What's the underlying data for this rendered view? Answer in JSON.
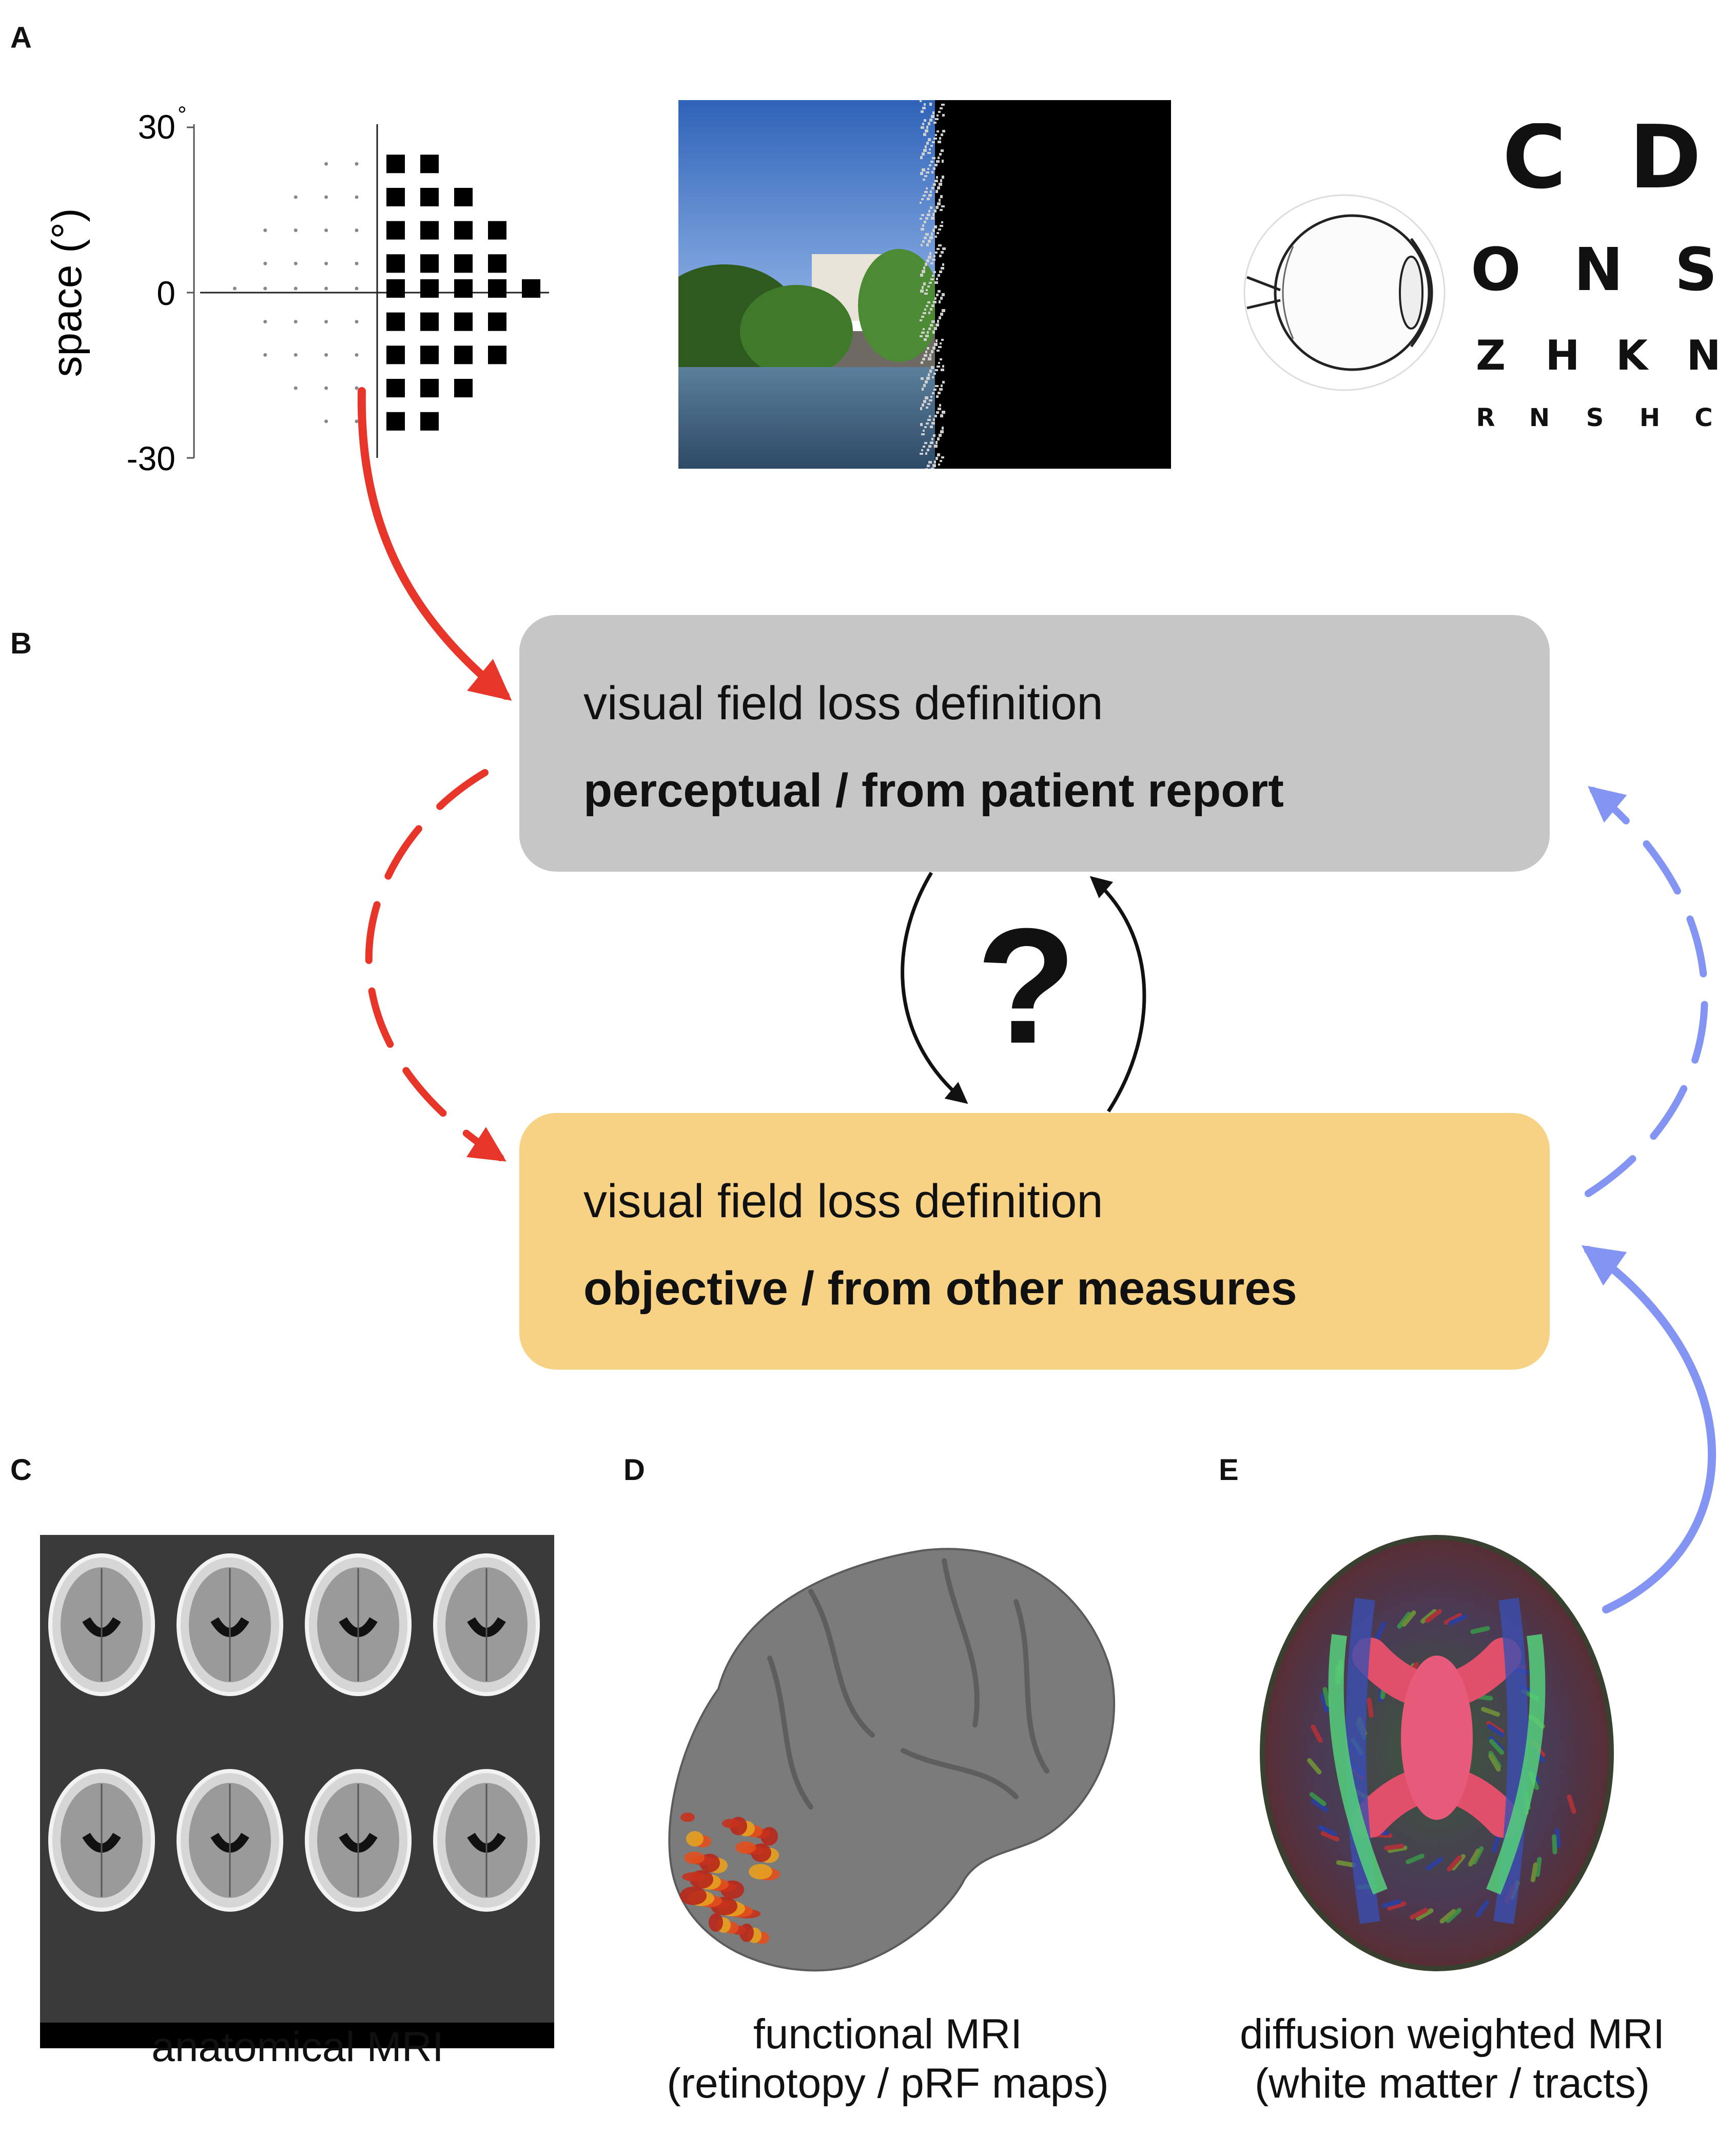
{
  "panels": {
    "a": "A",
    "b": "B",
    "c": "C",
    "d": "D",
    "e": "E"
  },
  "visual_field_plot": {
    "ylabel": "space (°)",
    "ticks": [
      "30",
      "0",
      "-30"
    ],
    "degree_mark": "°"
  },
  "eye_chart": {
    "rows": [
      [
        "C",
        "D"
      ],
      [
        "O",
        "N",
        "S"
      ],
      [
        "Z",
        "H",
        "K",
        "N"
      ],
      [
        "R",
        "N",
        "S",
        "H",
        "C"
      ]
    ]
  },
  "boxes": {
    "perceptual": {
      "line1": "visual field loss definition",
      "line2": "perceptual / from patient report",
      "color": "#c6c6c6"
    },
    "objective": {
      "line1": "visual field loss definition",
      "line2": "objective / from other measures",
      "color": "#f7d184"
    }
  },
  "question_mark": "?",
  "arrow_colors": {
    "red": "#e8352a",
    "blue": "#8494f2",
    "black": "#111111"
  },
  "captions": {
    "anatomical": "anatomical MRI",
    "functional_line1": "functional MRI",
    "functional_line2": "(retinotopy / pRF maps)",
    "diffusion_line1": "diffusion weighted MRI",
    "diffusion_line2": "(white matter / tracts)"
  }
}
